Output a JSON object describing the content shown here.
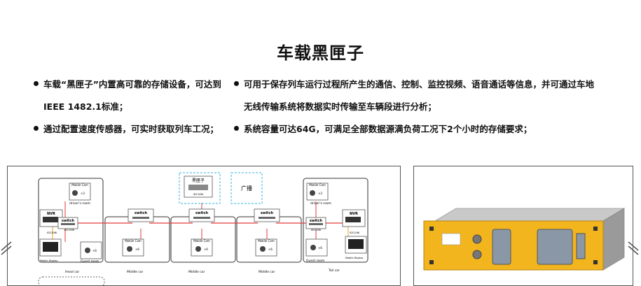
{
  "title": "车载黑匣子",
  "bullets": [
    {
      "line1": "车载“黑匣子”内置高可靠的存储设备，可达到",
      "line2": "IEEE 1482.1标准；"
    },
    {
      "line1": "可用于保存列车运行过程所产生的通信、控制、监控视频、语音通话等信息，并可通过车地",
      "line2": "无线传输系统将数据实时传输至车辆段进行分析；"
    },
    {
      "line1": "通过配置速度传感器，可实时获取列车工况；"
    },
    {
      "line1": "系统容量可达64G，可满足全部数据源满负荷工况下2个小时的存储要求；"
    }
  ],
  "diagram": {
    "blackbox": {
      "label": "黑匣子",
      "sub": "IDC10NI"
    },
    "broadcast": "广播",
    "switch_label": "switch",
    "switch_sub": "IDC10NI",
    "nvr_label": "NVR",
    "nvr_sub": "IDC10NI",
    "mobile_cam": "Mobile Cam",
    "drivers_room": "driver's room",
    "guest_room": "Guest room",
    "mobile_display": "Mobile Display",
    "cars": [
      "Head car",
      "Middle car",
      "Middle car",
      "Middle car",
      "Tail car"
    ]
  },
  "colors": {
    "red_line": "#e23b3b",
    "orange_line": "#f0a020",
    "cyan_dash": "#36b6e0",
    "device_yellow": "#f2b51e"
  }
}
